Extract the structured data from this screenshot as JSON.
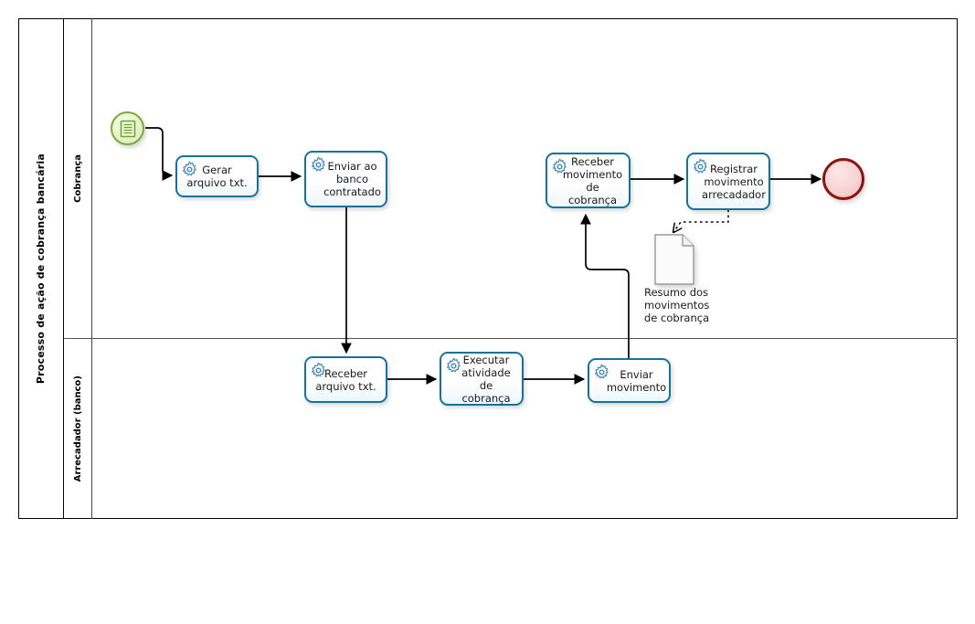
{
  "pool": {
    "title": "Processo de ação de cobrança bancária",
    "lanes": [
      {
        "name": "Cobrança"
      },
      {
        "name": "Arrecadador (banco)"
      }
    ]
  },
  "events": {
    "start": {
      "name": "start-message-event",
      "icon": "message-document-icon",
      "color": "#7aab36"
    },
    "end": {
      "name": "end-event",
      "color": "#8c1512"
    }
  },
  "tasks": [
    {
      "id": "gerar-arquivo-txt",
      "label": "Gerar arquivo txt.",
      "lane": "Cobrança",
      "icon": "gear-icon"
    },
    {
      "id": "enviar-ao-banco-contratado",
      "label": "Enviar ao banco contratado",
      "lane": "Cobrança",
      "icon": "gear-icon"
    },
    {
      "id": "receber-movimento-de-cobranca",
      "label": "Receber movimento de cobrança",
      "lane": "Cobrança",
      "icon": "gear-icon"
    },
    {
      "id": "registrar-movimento-arrecadador",
      "label": "Registrar movimento arrecadador",
      "lane": "Cobrança",
      "icon": "gear-icon"
    },
    {
      "id": "receber-arquivo-txt",
      "label": "Receber arquivo txt.",
      "lane": "Arrecadador (banco)",
      "icon": "gear-icon"
    },
    {
      "id": "executar-atividade-de-cobranca",
      "label": "Executar atividade de cobrança",
      "lane": "Arrecadador (banco)",
      "icon": "gear-icon"
    },
    {
      "id": "enviar-movimento",
      "label": "Enviar movimento",
      "lane": "Arrecadador (banco)",
      "icon": "gear-icon"
    }
  ],
  "data_objects": [
    {
      "id": "resumo-dos-movimentos",
      "label": "Resumo dos movimentos de cobrança"
    }
  ],
  "colors": {
    "task_border": "#15729c",
    "pool_border": "#000000",
    "lane_border": "#555555",
    "flow": "#000000",
    "association": "#000000",
    "data_object_border": "#9a9a9a"
  }
}
